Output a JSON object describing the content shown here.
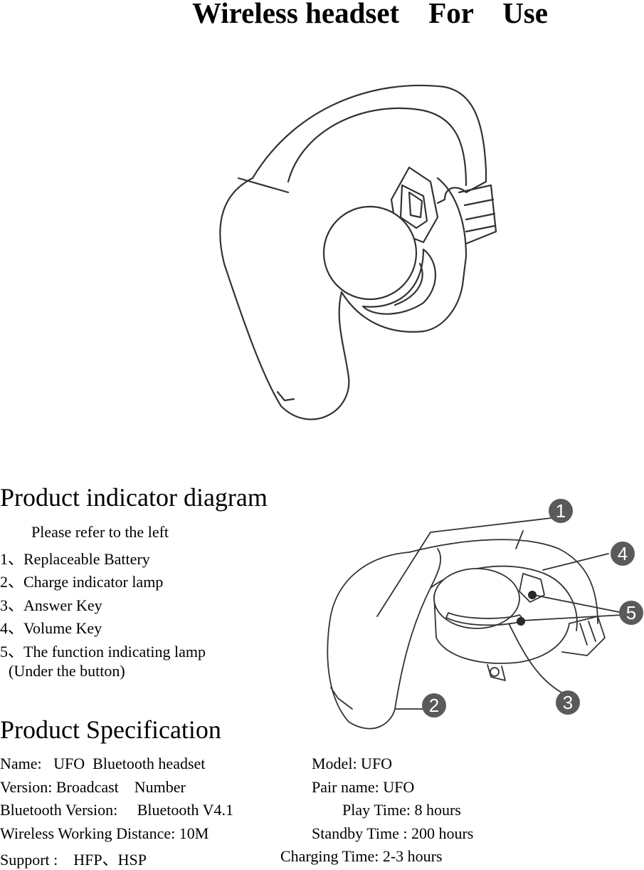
{
  "title": "Wireless headset    For    Use",
  "indicator": {
    "heading": "Product indicator diagram",
    "note": "Please refer to the left",
    "items": [
      "1、Replaceable Battery",
      "2、Charge indicator lamp",
      "3、Answer Key",
      "4、Volume Key",
      "5、The function indicating lamp"
    ],
    "sub": "(Under the button)",
    "callouts": [
      "1",
      "2",
      "3",
      "4",
      "5"
    ]
  },
  "spec": {
    "heading": "Product Specification",
    "left": [
      "Name:   UFO  Bluetooth headset",
      "Version: Broadcast    Number",
      "Bluetooth Version:     Bluetooth V4.1",
      "Wireless Working Distance: 10M",
      "Support :    HFP、HSP"
    ],
    "right": [
      "Model: UFO",
      "Pair name: UFO",
      "Play Time: 8 hours",
      "Standby Time : 200 hours",
      "Charging Time: 2-3 hours"
    ]
  },
  "colors": {
    "line": "#333333",
    "badge": "#5a5a5a",
    "dot": "#2a2a2a"
  }
}
